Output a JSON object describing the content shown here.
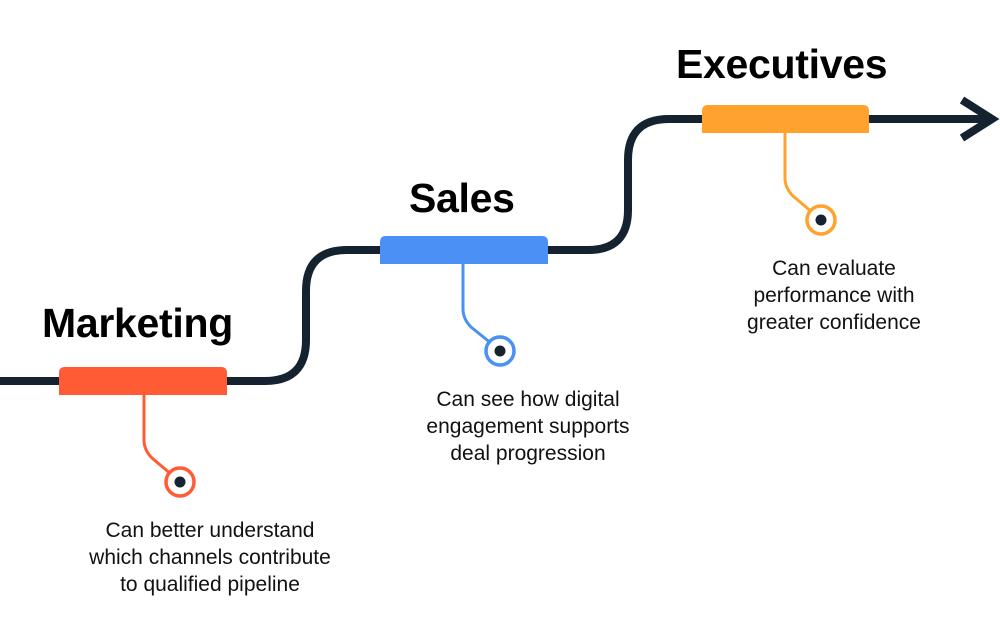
{
  "colors": {
    "path": "#14232f",
    "marketing": "#ff5c35",
    "sales": "#4a90f5",
    "executives": "#ffa22e",
    "text": "#000000"
  },
  "stages": [
    {
      "title": "Marketing",
      "description_lines": [
        "Can better understand",
        "which channels contribute",
        "to qualified pipeline"
      ]
    },
    {
      "title": "Sales",
      "description_lines": [
        "Can see how digital",
        "engagement supports",
        "deal progression"
      ]
    },
    {
      "title": "Executives",
      "description_lines": [
        "Can evaluate",
        "performance with",
        "greater confidence"
      ]
    }
  ],
  "icons": {
    "end": "arrow-right-icon",
    "marker": "target-dot-icon"
  }
}
